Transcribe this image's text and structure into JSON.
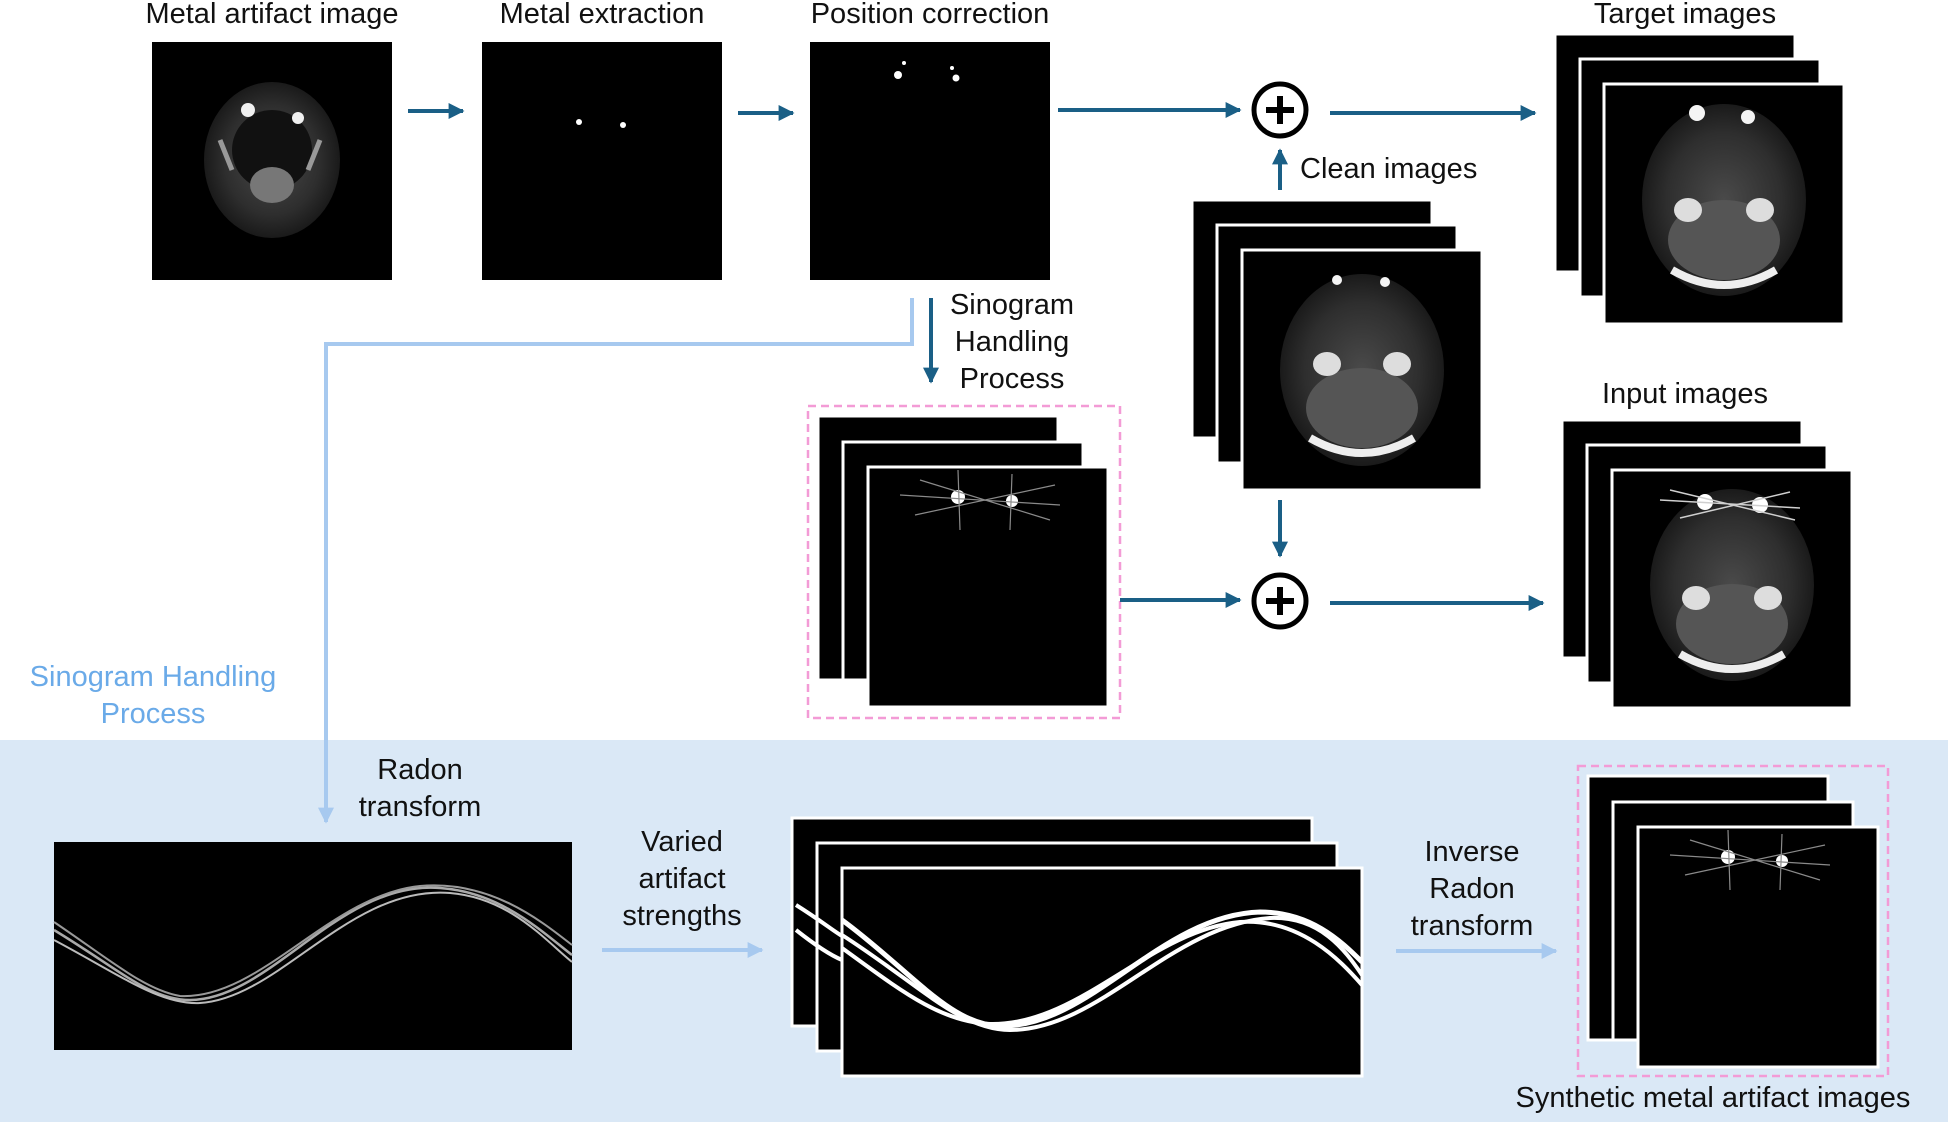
{
  "top_row": {
    "metal_artifact_image": "Metal artifact image",
    "metal_extraction": "Metal extraction",
    "position_correction": "Position correction",
    "target_images": "Target images",
    "clean_images": "Clean images",
    "input_images": "Input images"
  },
  "sinogram_handling_step": [
    "Sinogram",
    "Handling",
    "Process"
  ],
  "sinogram_handling_section": [
    "Sinogram Handling",
    "Process"
  ],
  "bottom_row": {
    "radon_transform": [
      "Radon",
      "transform"
    ],
    "varied_artifact_strengths": [
      "Varied",
      "artifact",
      "strengths"
    ],
    "inverse_radon_transform": [
      "Inverse",
      "Radon",
      "transform"
    ],
    "synthetic_metal_artifact_images": "Synthetic metal artifact images"
  },
  "colors": {
    "arrow_dark": "#1a5f86",
    "arrow_light": "#a7c9ef",
    "band": "#dae8f6",
    "dashed_box": "#f39bd6",
    "section_label": "#6aaae8"
  }
}
